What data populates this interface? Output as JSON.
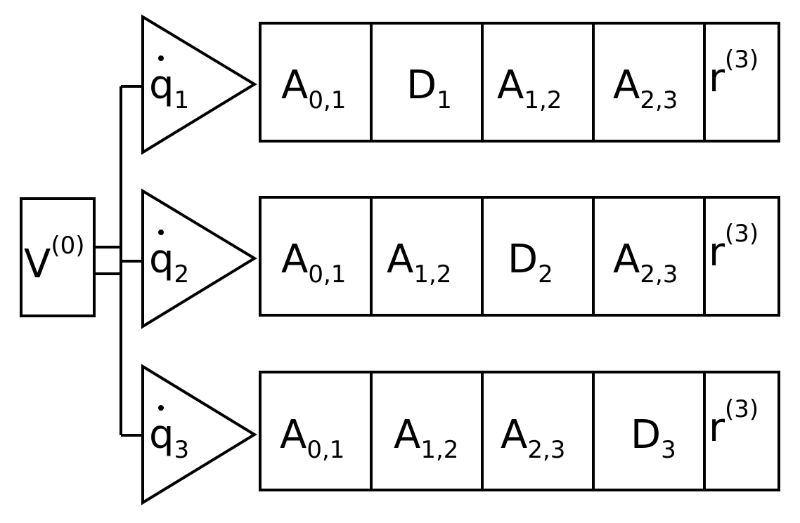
{
  "source": {
    "base": "V",
    "sup": "(0)"
  },
  "rows": [
    {
      "amp": {
        "base": "q",
        "sub": "1"
      },
      "cells": [
        {
          "base": "A",
          "sub": "0,1"
        },
        {
          "base": "D",
          "sub": "1"
        },
        {
          "base": "A",
          "sub": "1,2"
        },
        {
          "base": "A",
          "sub": "2,3"
        },
        {
          "base": "r",
          "sup": "(3)"
        }
      ]
    },
    {
      "amp": {
        "base": "q",
        "sub": "2"
      },
      "cells": [
        {
          "base": "A",
          "sub": "0,1"
        },
        {
          "base": "A",
          "sub": "1,2"
        },
        {
          "base": "D",
          "sub": "2"
        },
        {
          "base": "A",
          "sub": "2,3"
        },
        {
          "base": "r",
          "sup": "(3)"
        }
      ]
    },
    {
      "amp": {
        "base": "q",
        "sub": "3"
      },
      "cells": [
        {
          "base": "A",
          "sub": "0,1"
        },
        {
          "base": "A",
          "sub": "1,2"
        },
        {
          "base": "A",
          "sub": "2,3"
        },
        {
          "base": "D",
          "sub": "3"
        },
        {
          "base": "r",
          "sup": "(3)"
        }
      ]
    }
  ]
}
